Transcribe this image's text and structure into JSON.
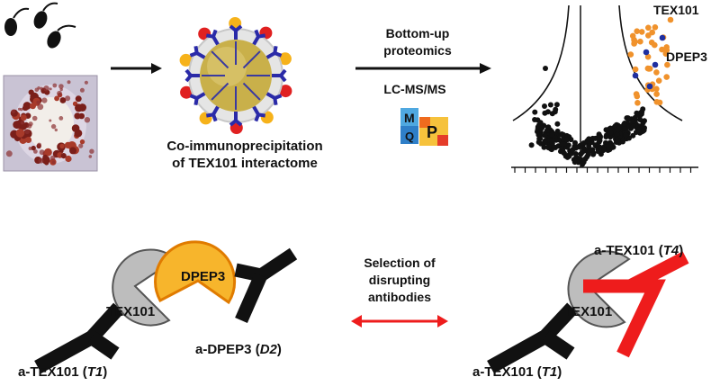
{
  "top": {
    "co_ip_label_line1": "Co-immunoprecipitation",
    "co_ip_label_line2": "of TEX101 interactome",
    "proteomics_line1": "Bottom-up",
    "proteomics_line2": "proteomics",
    "lcms_label": "LC-MS/MS",
    "maxquant_letter_m": "M",
    "maxquant_letter_q": "Q",
    "perseus_letter": "P",
    "volcano_label_tex101": "TEX101",
    "volcano_label_dpep3": "DPEP3"
  },
  "bottom": {
    "left_tex101": "TEX101",
    "left_dpep3": "DPEP3",
    "left_antibody_t1_prefix": "a-TEX101 (",
    "left_antibody_t1_code": "T1",
    "left_antibody_t1_suffix": ")",
    "left_antibody_d2_prefix": "a-DPEP3 (",
    "left_antibody_d2_code": "D2",
    "left_antibody_d2_suffix": ")",
    "selection_line1": "Selection of",
    "selection_line2": "disrupting",
    "selection_line3": "antibodies",
    "right_tex101": "TEX101",
    "right_antibody_t4_prefix": "a-TEX101 (",
    "right_antibody_t4_code": "T4",
    "right_antibody_t4_suffix": ")",
    "right_antibody_t1_prefix": "a-TEX101 (",
    "right_antibody_t1_code": "T1",
    "right_antibody_t1_suffix": ")"
  },
  "colors": {
    "dpep3_fill": "#f7b52c",
    "dpep3_stroke": "#e07b00",
    "tex101_fill": "#bdbdbd",
    "disrupting_antibody": "#ee1c1c",
    "arrow_red": "#ee1c1c",
    "bead": "#c9b04a",
    "bead_antibody": "#2a2aa8",
    "volcano_orange": "#f0922c",
    "volcano_blue": "#1f2fa0"
  }
}
